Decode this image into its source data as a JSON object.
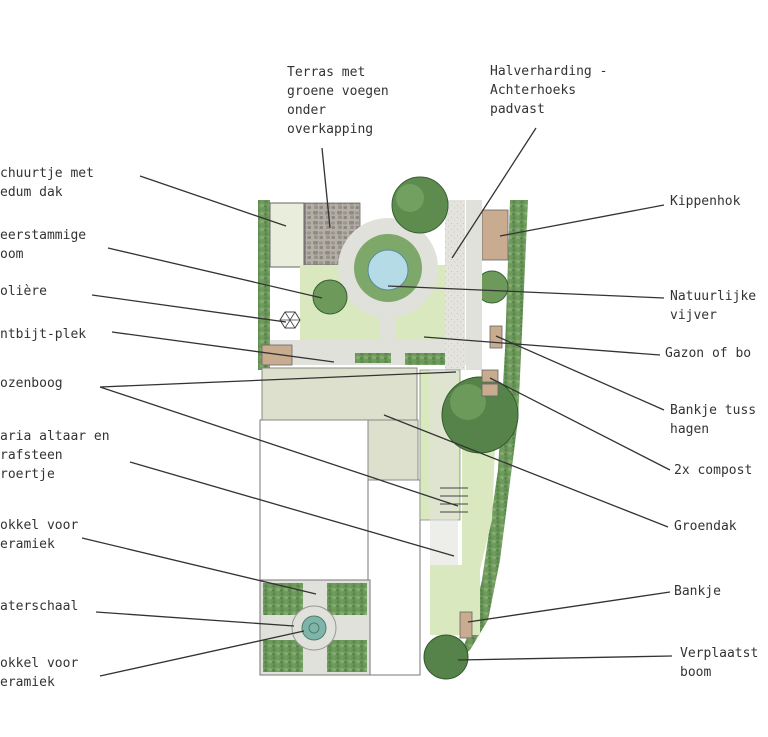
{
  "labels": {
    "terras": [
      "Terras met",
      "groene voegen",
      "onder",
      "overkapping"
    ],
    "halfverharding": [
      "Halverharding -",
      "Achterhoeks",
      "padvast"
    ],
    "schuurtje": [
      "chuurtje met",
      "edum dak"
    ],
    "meerstammige": [
      "eerstammige",
      "oom"
    ],
    "voliere": [
      "olière"
    ],
    "ontbijt": [
      "ntbijt-plek"
    ],
    "rozenboog": [
      "ozenboog"
    ],
    "maria": [
      "aria altaar en",
      "rafsteen",
      "roertje"
    ],
    "sokkel_top": [
      "okkel voor",
      "eramiek"
    ],
    "waterschaal": [
      "aterschaal"
    ],
    "sokkel_bottom": [
      "okkel voor",
      "eramiek"
    ],
    "kippenhok": [
      "Kippenhok"
    ],
    "vijver": [
      "Natuurlijke",
      "vijver"
    ],
    "gazon": [
      "Gazon of bo"
    ],
    "bankje_hagen": [
      "Bankje tuss",
      "hagen"
    ],
    "compost": [
      "2x compost"
    ],
    "groendak": [
      "Groendak"
    ],
    "bankje": [
      "Bankje"
    ],
    "verplaatst": [
      "Verplaatst",
      "boom"
    ]
  },
  "colors": {
    "lawn": "#d9e8bf",
    "hedge": "#6f9a5d",
    "hedge_dark": "#44703d",
    "paving": "#e1e1dc",
    "terrace_stone": "#a9a59d",
    "roof": "#dde0cc",
    "water": "#b4dbe6",
    "wood": "#c9ab8f",
    "outline": "#555555"
  }
}
